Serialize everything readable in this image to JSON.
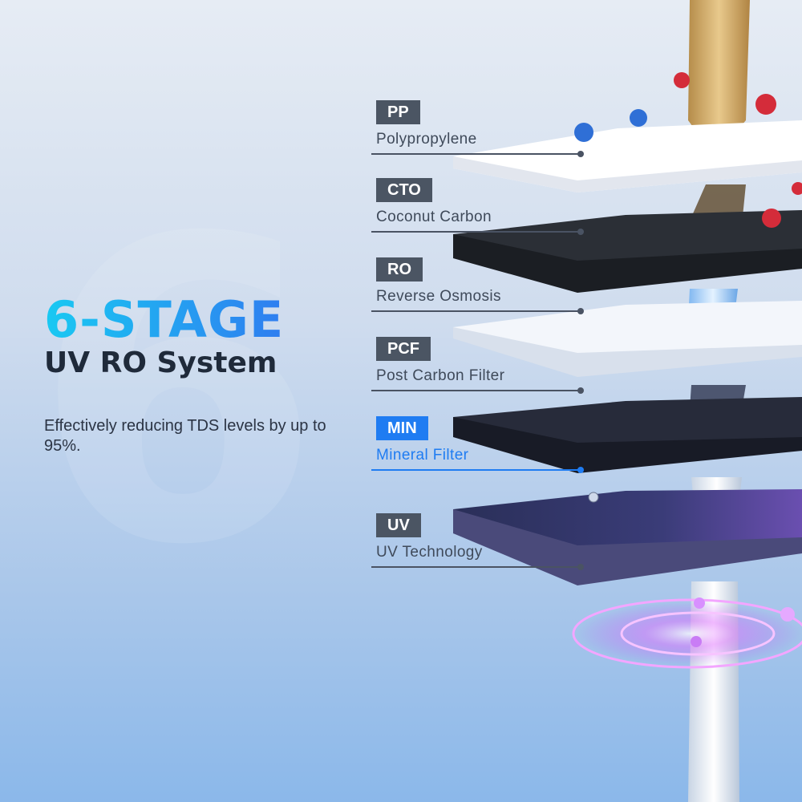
{
  "headline": "6-STAGE",
  "subheadline": "UV RO System",
  "description": "Effectively reducing TDS levels by up to 95%.",
  "background_numeral": "6",
  "colors": {
    "accent": "#1f7cf2",
    "headline_start": "#19c9f2",
    "headline_end": "#2f7df0",
    "badge": "#4b5563"
  },
  "stages": [
    {
      "code": "PP",
      "name": "Polypropylene",
      "active": false
    },
    {
      "code": "CTO",
      "name": "Coconut Carbon",
      "active": false
    },
    {
      "code": "RO",
      "name": "Reverse Osmosis",
      "active": false
    },
    {
      "code": "PCF",
      "name": "Post Carbon Filter",
      "active": false
    },
    {
      "code": "MIN",
      "name": "Mineral Filter",
      "active": true
    },
    {
      "code": "UV",
      "name": "UV Technology",
      "active": false
    }
  ]
}
